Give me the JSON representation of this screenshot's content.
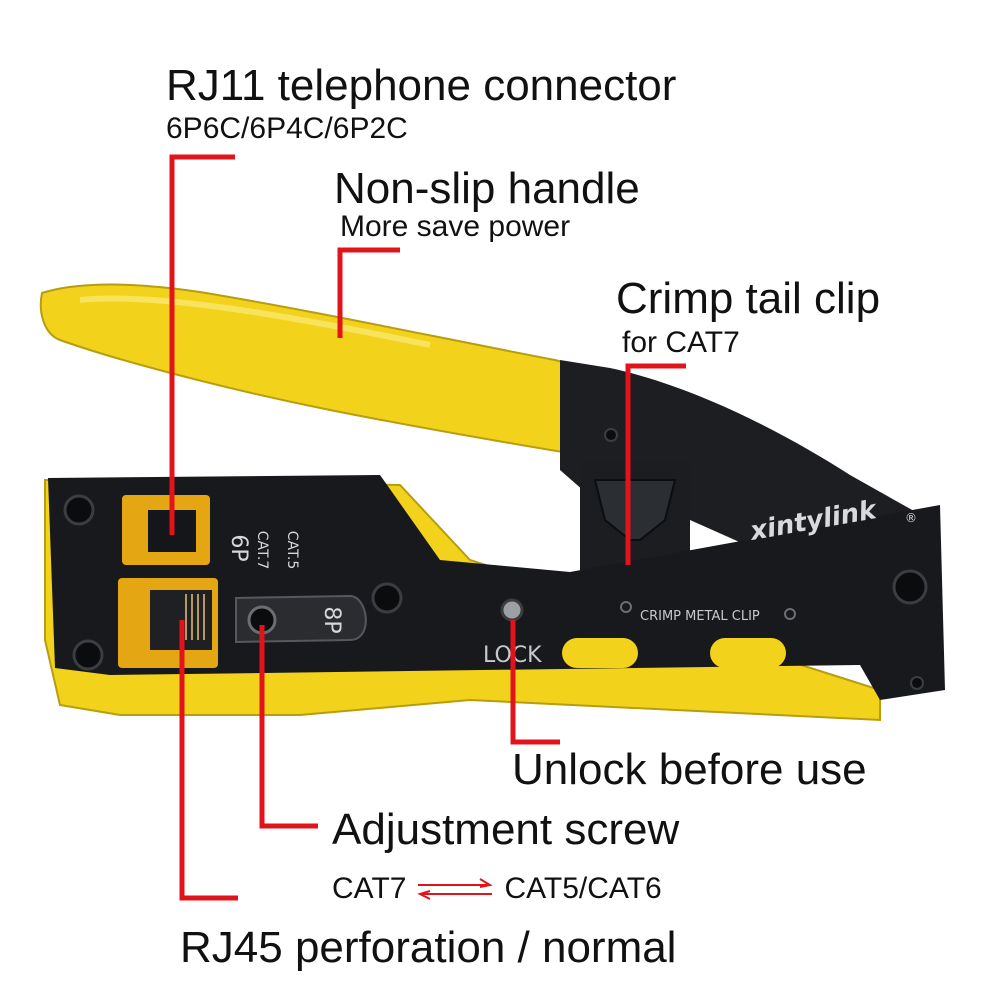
{
  "colors": {
    "handle_yellow": "#f2d21a",
    "body_black": "#16181b",
    "leader_red": "#e1141b",
    "text": "#111111"
  },
  "labels": {
    "rj11_title": "RJ11 telephone connector",
    "rj11_sub": "6P6C/6P4C/6P2C",
    "handle_title": "Non-slip handle",
    "handle_sub": "More save power",
    "crimp_title": "Crimp tail clip",
    "crimp_sub": "for CAT7",
    "unlock": "Unlock before use",
    "adjust": "Adjustment screw",
    "cat_left": "CAT7",
    "cat_right": "CAT5/CAT6",
    "rj45": "RJ45 perforation / normal"
  },
  "tool_markings": {
    "brand": "xintylink",
    "registered": "®",
    "port_6p": "6P",
    "port_8p": "8P",
    "cat7": "CAT.7",
    "cat5": "CAT.5",
    "lock": "LOCK",
    "crimp_metal_clip": "CRIMP METAL CLIP"
  },
  "icons": {
    "cat_switch": "double-arrow-icon"
  }
}
